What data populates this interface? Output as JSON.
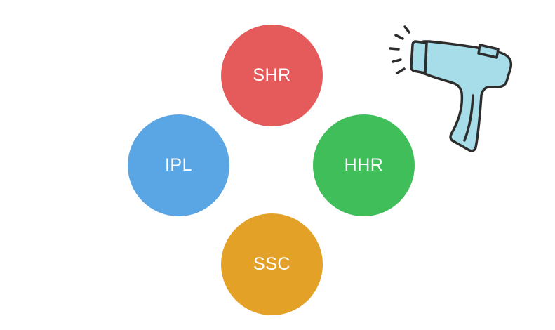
{
  "nodes": [
    {
      "key": "shr",
      "label": "SHR",
      "color": "#E55B5B"
    },
    {
      "key": "ipl",
      "label": "IPL",
      "color": "#5AA5E3"
    },
    {
      "key": "hhr",
      "label": "HHR",
      "color": "#3FBE5A"
    },
    {
      "key": "ssc",
      "label": "SSC",
      "color": "#E4A128"
    }
  ],
  "illustration": {
    "icon": "laser-hair-removal-device-icon",
    "body_color": "#A6DDE8",
    "outline_color": "#2D2D2D"
  }
}
